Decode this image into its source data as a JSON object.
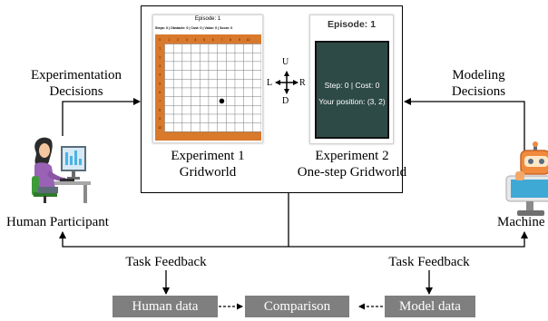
{
  "experiment1": {
    "panel_title": "Episode: 1",
    "stats": "Steps: 0 | Obstacle: 0 | Cost: 0 | Value: 0 | Score: 0",
    "column_numbers": [
      "0",
      "1",
      "2",
      "3",
      "4",
      "5",
      "6",
      "7",
      "8",
      "9",
      "10"
    ],
    "row_numbers": [
      "1",
      "2",
      "3",
      "4",
      "5",
      "6",
      "7",
      "8",
      "9",
      "10"
    ],
    "caption_line1": "Experiment 1",
    "caption_line2": "Gridworld"
  },
  "experiment2": {
    "panel_title": "Episode: 1",
    "status_line": "Step: 0 | Cost: 0",
    "position_line": "Your position: (3, 2)",
    "caption_line1": "Experiment 2",
    "caption_line2": "One-step Gridworld"
  },
  "direction_pad": {
    "up": "U",
    "down": "D",
    "left": "L",
    "right": "R"
  },
  "labels": {
    "experimentation_line1": "Experimentation",
    "experimentation_line2": "Decisions",
    "modeling_line1": "Modeling",
    "modeling_line2": "Decisions",
    "human_participant": "Human Participant",
    "machine": "Machine",
    "task_feedback_left": "Task Feedback",
    "task_feedback_right": "Task Feedback"
  },
  "data_boxes": {
    "human_data": "Human data",
    "comparison": "Comparison",
    "model_data": "Model data"
  },
  "colors": {
    "grid_border": "#d9792c",
    "one_step_screen": "#2e4a46",
    "data_box": "#7f7f7f",
    "robot_orange": "#f08a3c",
    "robot_screen": "#3fa9d6"
  }
}
